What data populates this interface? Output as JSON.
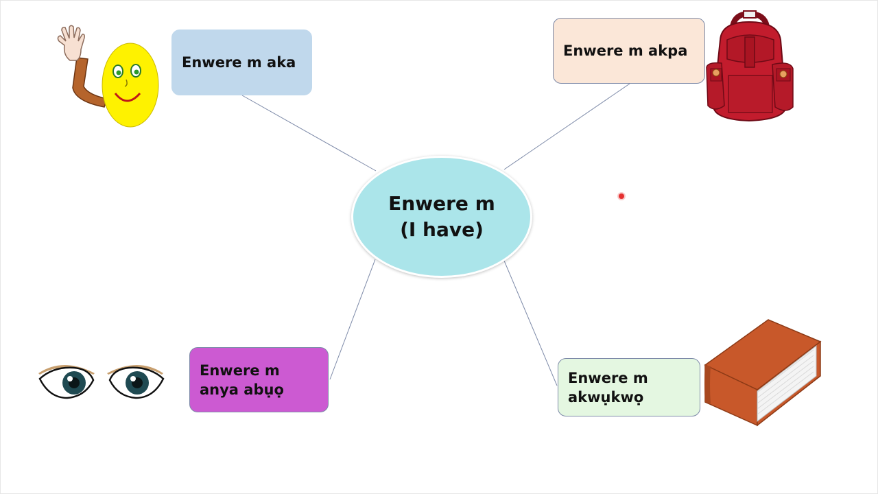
{
  "center": {
    "line1": "Enwere m",
    "line2": "(I have)"
  },
  "nodes": {
    "aka": {
      "line1": "Enwere m aka"
    },
    "akpa": {
      "line1": "Enwere m akpa"
    },
    "anya": {
      "line1": "Enwere m",
      "line2": "anya abụọ"
    },
    "akwukwo": {
      "line1": "Enwere m",
      "line2": "akwụkwọ"
    }
  },
  "colors": {
    "center": "#abe5ea",
    "aka": "#c0d8ec",
    "akpa": "#fbe7d8",
    "anya": "#cc5ad2",
    "akwukwo": "#e4f7e1",
    "connector": "#7d8aa8"
  },
  "illustrations": [
    "waving-smiley",
    "red-backpack",
    "pair-of-eyes",
    "orange-book"
  ]
}
